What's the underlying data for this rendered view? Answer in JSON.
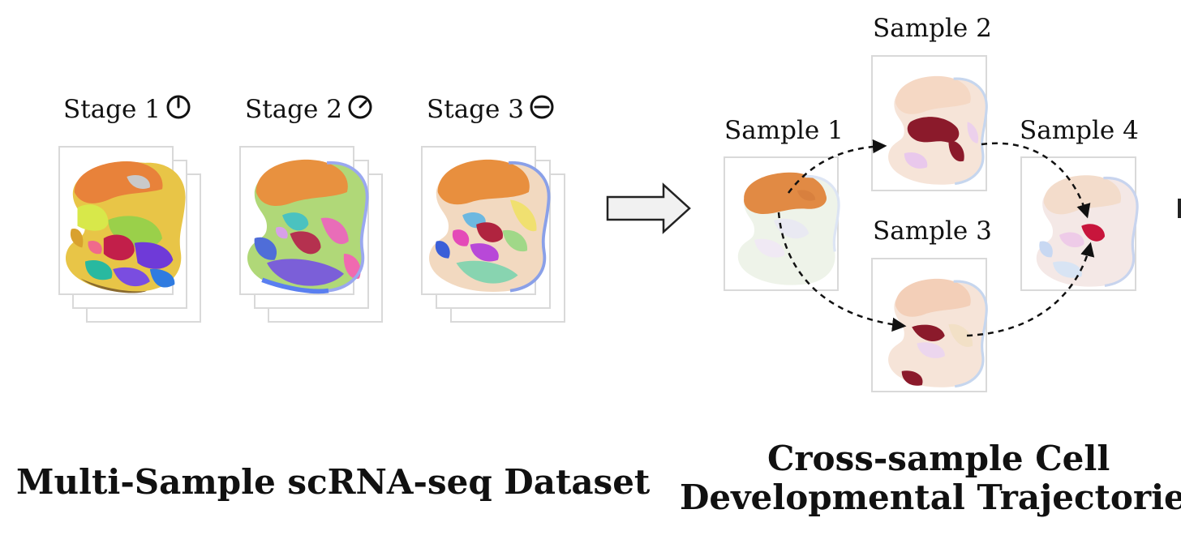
{
  "left_panel": {
    "title": "Multi-Sample scRNA-seq Dataset",
    "stages": [
      {
        "label": "Stage 1",
        "icon": "clock-full-icon"
      },
      {
        "label": "Stage 2",
        "icon": "clock-diagonal-icon"
      },
      {
        "label": "Stage 3",
        "icon": "clock-minus-icon"
      }
    ]
  },
  "right_panel": {
    "title_line1": "Cross-sample Cell",
    "title_line2": "Developmental Trajectories",
    "samples": [
      {
        "label": "Sample 1"
      },
      {
        "label": "Sample 2"
      },
      {
        "label": "Sample 3"
      },
      {
        "label": "Sample 4"
      }
    ]
  },
  "colors": {
    "card_border": "#d9d9d9",
    "text": "#111111",
    "trajectory_arrow": "#111111",
    "highlight": "#8b1a2b"
  }
}
